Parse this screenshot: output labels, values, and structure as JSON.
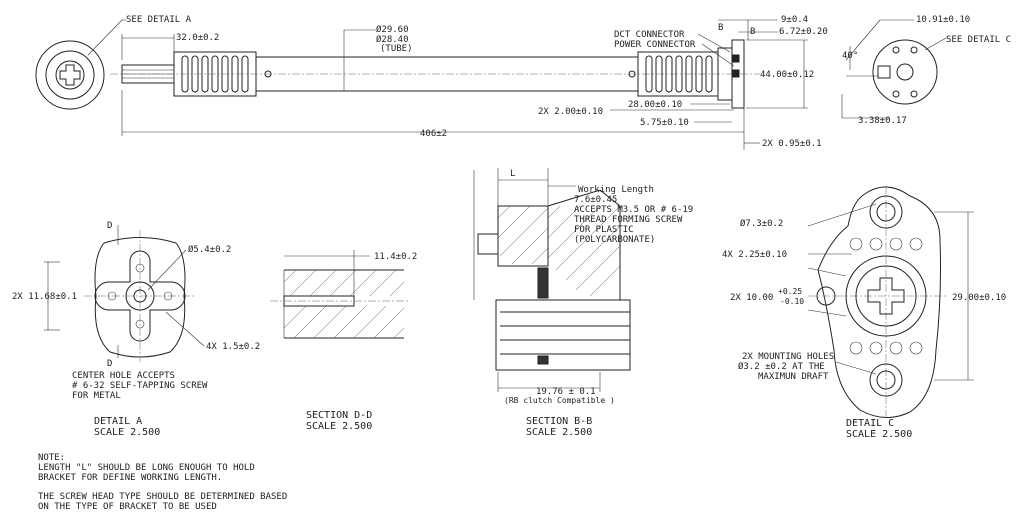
{
  "top": {
    "see_detail_a": "SEE DETAIL  A",
    "dim_32": "32.0±0.2",
    "dia_2960": "Ø29.60",
    "dia_2840": "Ø28.40",
    "tube": "(TUBE)",
    "dct_connector": "DCT CONNECTOR",
    "power_connector": "POWER CONNECTOR",
    "b_mark": "B",
    "dim_9": "9±0.4",
    "dim_672": "6.72±0.20",
    "dim_44": "44.00±0.12",
    "dim_2x2": "2X 2.00±0.10",
    "dim_28": "28.00±0.10",
    "dim_575": "5.75±0.10",
    "dim_406": "406±2",
    "dim_2x095": "2X 0.95±0.1",
    "dim_1091": "10.91±0.10",
    "see_detail_c": "SEE DETAIL  C",
    "dim_40": "40°",
    "dim_338": "3.38±0.17"
  },
  "detail_a": {
    "d_mark": "D",
    "dia_54": "Ø5.4±0.2",
    "dim_1168": "2X 11.68±0.1",
    "dim_4x15": "4X 1.5±0.2",
    "note_1": "CENTER HOLE ACCEPTS",
    "note_2": "# 6-32 SELF-TAPPING SCREW",
    "note_3": "FOR METAL",
    "title": "DETAIL  A",
    "scale": "SCALE  2.500"
  },
  "section_dd": {
    "dim_114": "11.4±0.2",
    "title": "SECTION D-D",
    "scale": "SCALE  2.500"
  },
  "section_bb": {
    "l_mark": "L",
    "wl_1": "Working Length",
    "wl_2": "7.6±0.45",
    "wl_3": "ACCEPTS M3.5 OR # 6-19",
    "wl_4": "THREAD FORMING SCREW",
    "wl_5": "FOR PLASTIC",
    "wl_6": "(POLYCARBONATE)",
    "dim_1976": "19.76 ± 0.1",
    "rb_clutch": "(RB clutch Compatible )",
    "title": "SECTION  B-B",
    "scale": "SCALE  2.500"
  },
  "detail_c": {
    "dia_73": "Ø7.3±0.2",
    "dim_4x225": "4X 2.25±0.10",
    "dim_2x10": "2X 10.00",
    "tol_plus": "+0.25",
    "tol_minus": "-0.10",
    "dim_29": "29.00±0.10",
    "mh_1": "2X MOUNTING HOLES",
    "mh_2": "Ø3.2 ±0.2  AT THE",
    "mh_3": "MAXIMUN  DRAFT",
    "title": "DETAIL  C",
    "scale": "SCALE  2.500"
  },
  "note": {
    "heading": "NOTE:",
    "line_1": "LENGTH \"L\"  SHOULD BE LONG ENOUGH TO HOLD",
    "line_2": "BRACKET FOR DEFINE WORKING LENGTH.",
    "line_3": "THE SCREW HEAD TYPE SHOULD BE DETERMINED BASED",
    "line_4": "ON THE TYPE OF BRACKET TO BE USED"
  }
}
